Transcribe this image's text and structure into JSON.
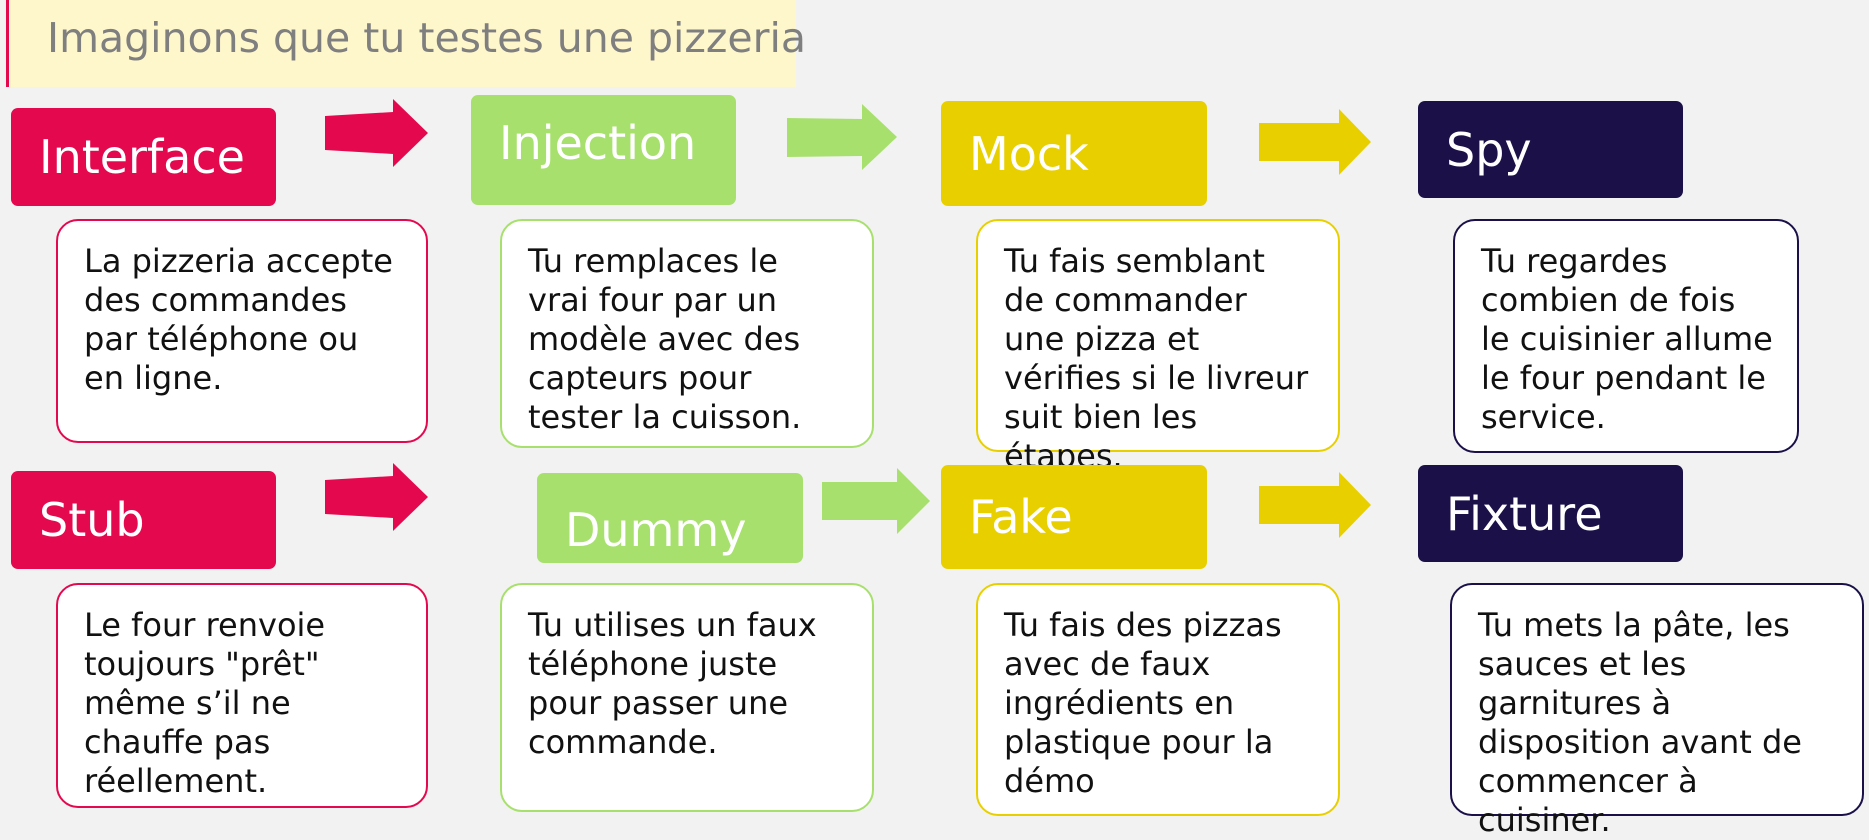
{
  "title": "Imaginons que tu testes une pizzeria",
  "colors": {
    "pink": "#e4084f",
    "green": "#a8e06e",
    "yellow": "#e8d000",
    "navy": "#1b1048",
    "title_bg": "#fff7cc",
    "title_text": "#7f7f7f"
  },
  "row1": [
    {
      "label": "Interface",
      "description": "La pizzeria accepte des commandes par téléphone ou en ligne.",
      "color": "pink"
    },
    {
      "label": "Injection",
      "description": "Tu remplaces le vrai four par un modèle avec des capteurs pour tester la cuisson.",
      "color": "green"
    },
    {
      "label": "Mock",
      "description": "Tu fais semblant de commander une pizza et vérifies si le livreur suit bien les étapes.",
      "color": "yellow"
    },
    {
      "label": "Spy",
      "description": "Tu regardes combien de fois le cuisinier allume le four pendant le service.",
      "color": "navy"
    }
  ],
  "row2": [
    {
      "label": "Stub",
      "description": "Le four renvoie toujours \"prêt\" même s’il ne chauffe pas réellement.",
      "color": "pink"
    },
    {
      "label": "Dummy",
      "description": "Tu utilises un faux téléphone juste pour passer une commande.",
      "color": "green"
    },
    {
      "label": "Fake",
      "description": "Tu fais des pizzas avec de faux ingrédients en plastique pour la démo",
      "color": "yellow"
    },
    {
      "label": "Fixture",
      "description": "Tu mets la pâte, les sauces et les garnitures à disposition avant de commencer à cuisiner.",
      "color": "navy"
    }
  ]
}
